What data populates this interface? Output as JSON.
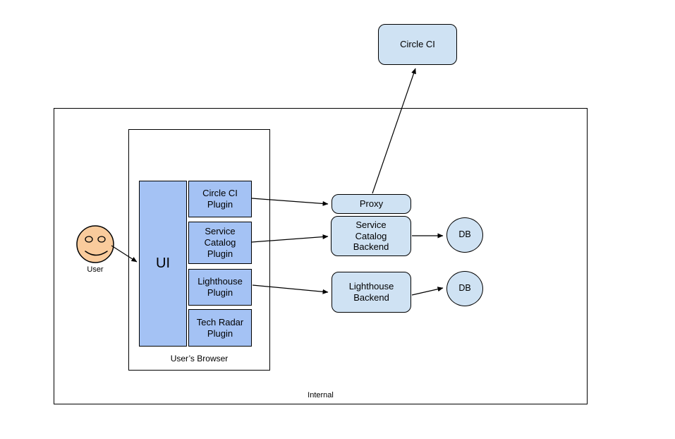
{
  "diagram": {
    "internal": {
      "label": "Internal",
      "proxy": "Proxy",
      "service_catalog_backend": "Service\nCatalog\nBackend",
      "lighthouse_backend": "Lighthouse\nBackend",
      "db_service_catalog": "DB",
      "db_lighthouse": "DB"
    },
    "external": {
      "circle_ci": "Circle CI"
    },
    "browser": {
      "label": "User’s Browser",
      "ui": "UI",
      "plugins": [
        {
          "label": "Circle CI\nPlugin"
        },
        {
          "label": "Service\nCatalog\nPlugin"
        },
        {
          "label": "Lighthouse\nPlugin"
        },
        {
          "label": "Tech Radar\nPlugin"
        }
      ]
    },
    "user": {
      "label": "User"
    },
    "colors": {
      "node_fill_light": "#cfe2f3",
      "node_fill_medium": "#a4c2f4",
      "face_fill": "#f9cb9c",
      "stroke": "#000000",
      "background": "#ffffff"
    },
    "connections": [
      "User -> UI",
      "Circle CI Plugin -> Proxy",
      "Service Catalog Plugin -> Service Catalog Backend",
      "Lighthouse Plugin -> Lighthouse Backend",
      "Proxy -> Circle CI",
      "Service Catalog Backend -> DB",
      "Lighthouse Backend -> DB"
    ]
  }
}
